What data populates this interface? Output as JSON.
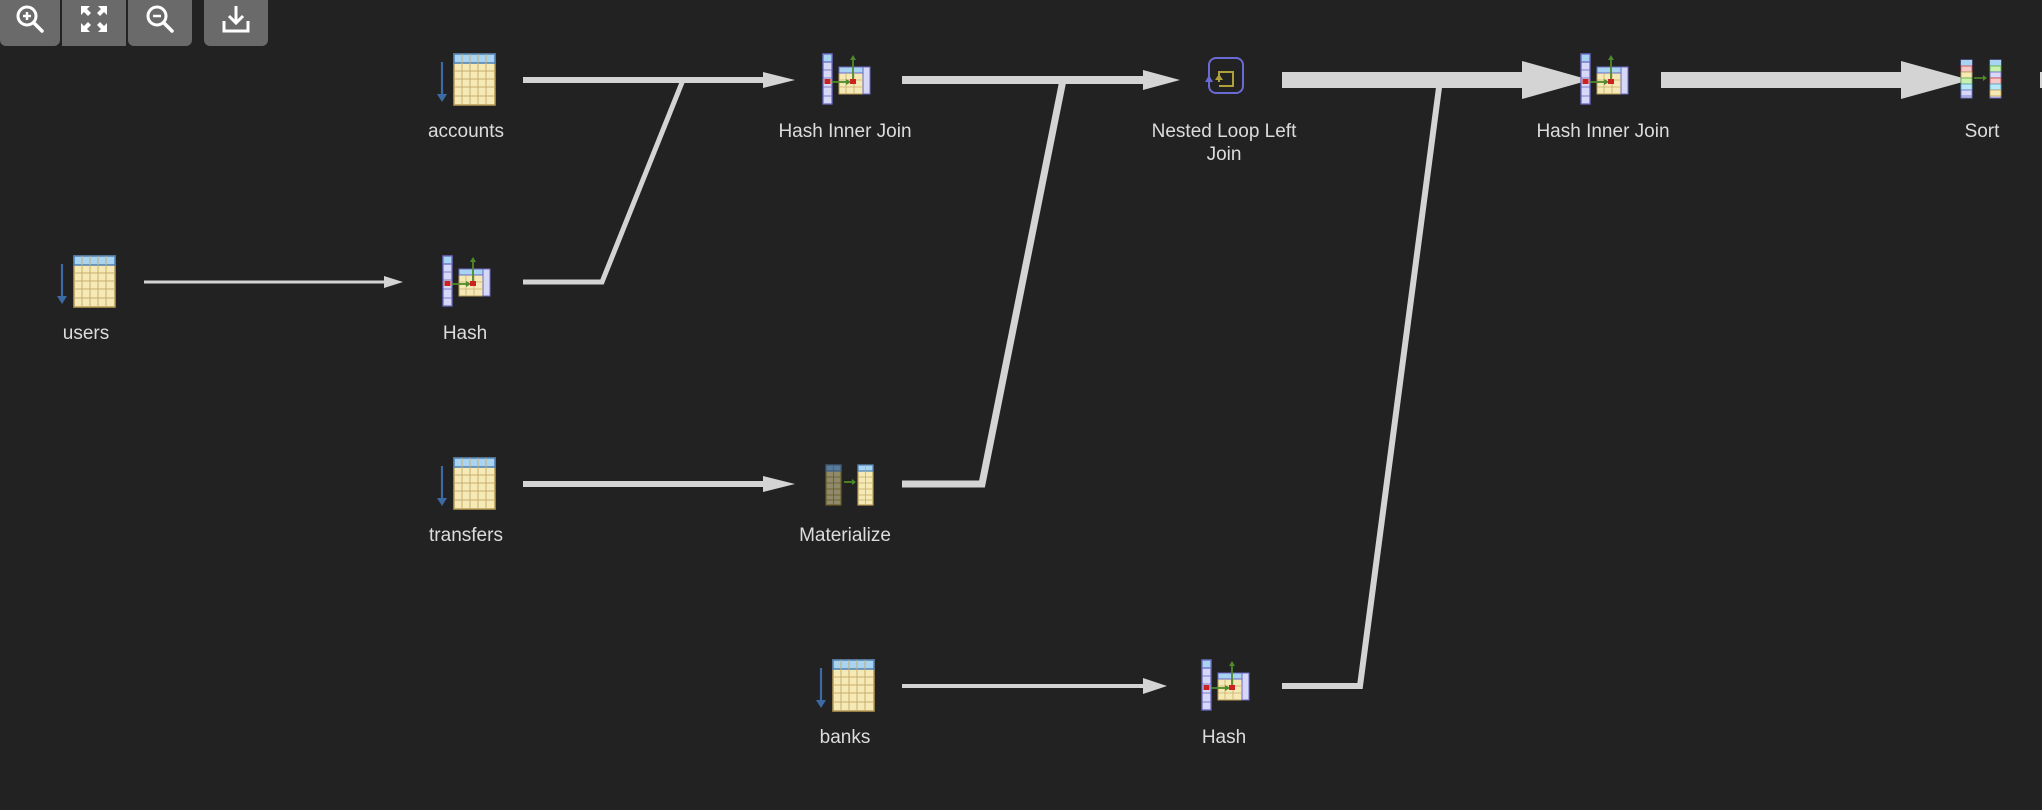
{
  "toolbar": {
    "buttons": [
      {
        "name": "zoom-in",
        "icon": "zoom-in-icon",
        "tooltip": "Zoom in"
      },
      {
        "name": "fit",
        "icon": "fit-icon",
        "tooltip": "Zoom to fit"
      },
      {
        "name": "zoom-out",
        "icon": "zoom-out-icon",
        "tooltip": "Zoom out"
      },
      {
        "name": "download",
        "icon": "download-icon",
        "tooltip": "Download"
      }
    ]
  },
  "diagram": {
    "nodes": [
      {
        "id": "users",
        "label": "users",
        "type": "seq-scan"
      },
      {
        "id": "hash1",
        "label": "Hash",
        "type": "hash"
      },
      {
        "id": "accounts",
        "label": "accounts",
        "type": "seq-scan"
      },
      {
        "id": "hij1",
        "label": "Hash Inner Join",
        "type": "hash-join"
      },
      {
        "id": "transfers",
        "label": "transfers",
        "type": "seq-scan"
      },
      {
        "id": "materialize",
        "label": "Materialize",
        "type": "materialize"
      },
      {
        "id": "nlj",
        "label": "Nested Loop Left Join",
        "type": "nested-loop"
      },
      {
        "id": "banks",
        "label": "banks",
        "type": "seq-scan"
      },
      {
        "id": "hash2",
        "label": "Hash",
        "type": "hash"
      },
      {
        "id": "hij2",
        "label": "Hash Inner Join",
        "type": "hash-join"
      },
      {
        "id": "sort",
        "label": "Sort",
        "type": "sort"
      }
    ],
    "edges": [
      {
        "from": "users",
        "to": "hash1",
        "weight": 1
      },
      {
        "from": "accounts",
        "to": "hij1",
        "weight": 2
      },
      {
        "from": "hash1",
        "to": "hij1",
        "weight": 2
      },
      {
        "from": "hij1",
        "to": "nlj",
        "weight": 2
      },
      {
        "from": "transfers",
        "to": "materialize",
        "weight": 2
      },
      {
        "from": "materialize",
        "to": "nlj",
        "weight": 2
      },
      {
        "from": "nlj",
        "to": "hij2",
        "weight": 5
      },
      {
        "from": "banks",
        "to": "hash2",
        "weight": 1.5
      },
      {
        "from": "hash2",
        "to": "hij2",
        "weight": 2
      },
      {
        "from": "hij2",
        "to": "sort",
        "weight": 5
      }
    ]
  },
  "colors": {
    "background": "#222222",
    "edge": "#d4d4d4",
    "label": "#dcdcdc",
    "toolbar": "#6a6a6a"
  }
}
